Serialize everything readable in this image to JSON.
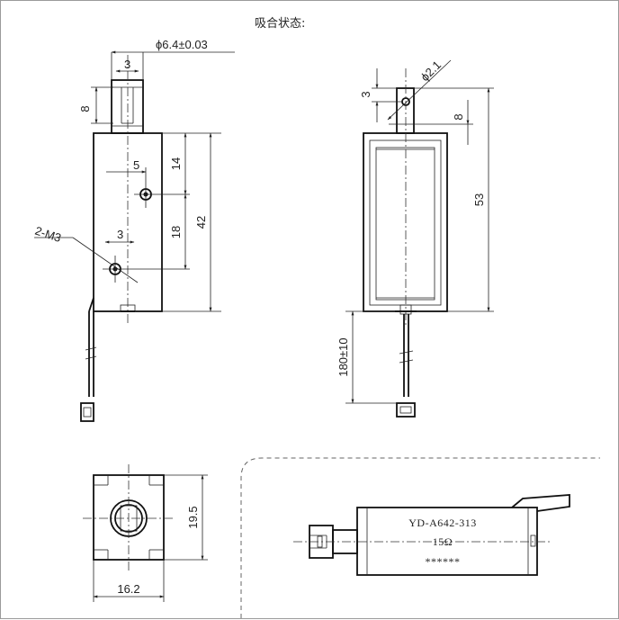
{
  "title": "吸合状态:",
  "front_view": {
    "dia_shaft": "ϕ6.4±0.03",
    "shaft_width": "3",
    "shaft_height": "8",
    "hole_offset_top": "5",
    "hole_top_dist": "14",
    "hole_spacing": "18",
    "body_height": "42",
    "thread": "2-M3",
    "hole_offset_bottom": "3"
  },
  "side_view": {
    "pin_dia": "ϕ2.1",
    "pin_offset": "3",
    "plunger_height": "8",
    "total_height": "53",
    "lead_length": "180±10"
  },
  "bottom_view": {
    "height": "19.5",
    "width": "16.2"
  },
  "product_label": {
    "model": "YD-A642-313",
    "resistance": "15Ω",
    "stars": "******"
  }
}
